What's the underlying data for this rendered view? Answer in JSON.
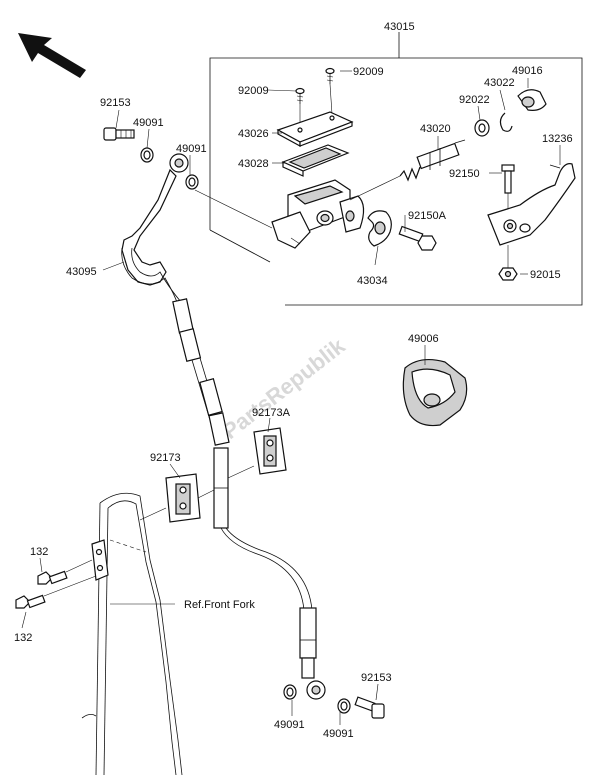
{
  "labels": {
    "p43015": "43015",
    "p92009a": "92009",
    "p92009b": "92009",
    "p43026": "43026",
    "p43028": "43028",
    "p43020": "43020",
    "p92022": "92022",
    "p43022": "43022",
    "p49016": "49016",
    "p13236": "13236",
    "p92150": "92150",
    "p92150A": "92150A",
    "p43034": "43034",
    "p92015": "92015",
    "p92153a": "92153",
    "p49091a": "49091",
    "p49091b": "49091",
    "p43095": "43095",
    "p49006": "49006",
    "p92173A": "92173A",
    "p92173": "92173",
    "p132a": "132",
    "p132b": "132",
    "pRefFork": "Ref.Front Fork",
    "p92153b": "92153",
    "p49091c": "49091",
    "p49091d": "49091"
  },
  "watermark": "PartsRepublik",
  "icons": {
    "direction": "front-direction-arrow-icon"
  }
}
